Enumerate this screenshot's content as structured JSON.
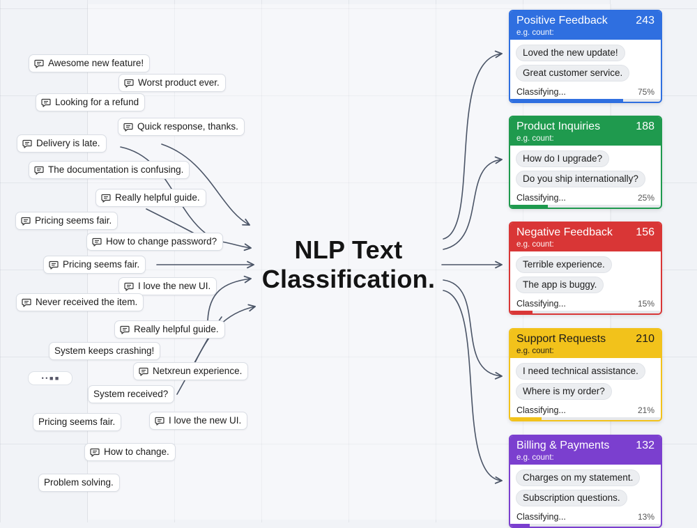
{
  "title": {
    "line1": "NLP Text",
    "line2": "Classification."
  },
  "inputs": [
    "Awesome new feature!",
    "Worst product ever.",
    "Looking for a refund",
    "Quick response, thanks.",
    "Delivery is late.",
    "The documentation is confusing.",
    "Really helpful guide.",
    "Pricing seems fair.",
    "How to change password?",
    "Pricing seems fair.",
    "I love the new UI.",
    "Never received the item.",
    "Really helpful guide.",
    "System keeps crashing!",
    "Netxreun experience.",
    "System received?",
    "Pricing seems fair.",
    "I love the new UI.",
    "How to change.",
    "Problem solving."
  ],
  "blurred_chip": "• • ■ ■",
  "categories": [
    {
      "name": "Positive Feedback",
      "count": "243",
      "sub": "e.g. count:",
      "examples": [
        "Loved the new update!",
        "Great customer service."
      ],
      "status": "Classifying...",
      "percent_label": "75%",
      "progress": 0.75,
      "color": "#2f6fe0"
    },
    {
      "name": "Product Inquiries",
      "count": "188",
      "sub": "e.g. count:",
      "examples": [
        "How do I upgrade?",
        "Do you ship internationally?"
      ],
      "status": "Classifying...",
      "percent_label": "25%",
      "progress": 0.25,
      "color": "#1f9a4e"
    },
    {
      "name": "Negative Feedback",
      "count": "156",
      "sub": "e.g. count:",
      "examples": [
        "Terrible experience.",
        "The app is buggy."
      ],
      "status": "Classifying...",
      "percent_label": "15%",
      "progress": 0.15,
      "color": "#d93636"
    },
    {
      "name": "Support Requests",
      "count": "210",
      "sub": "e.g. count:",
      "examples": [
        "I need technical assistance.",
        "Where is my order?"
      ],
      "status": "Classifying...",
      "percent_label": "21%",
      "progress": 0.21,
      "color": "#f2c21b"
    },
    {
      "name": "Billing & Payments",
      "count": "132",
      "sub": "e.g. count:",
      "examples": [
        "Charges on my statement.",
        "Subscription questions."
      ],
      "status": "Classifying...",
      "percent_label": "13%",
      "progress": 0.13,
      "color": "#7b3fcf"
    }
  ]
}
